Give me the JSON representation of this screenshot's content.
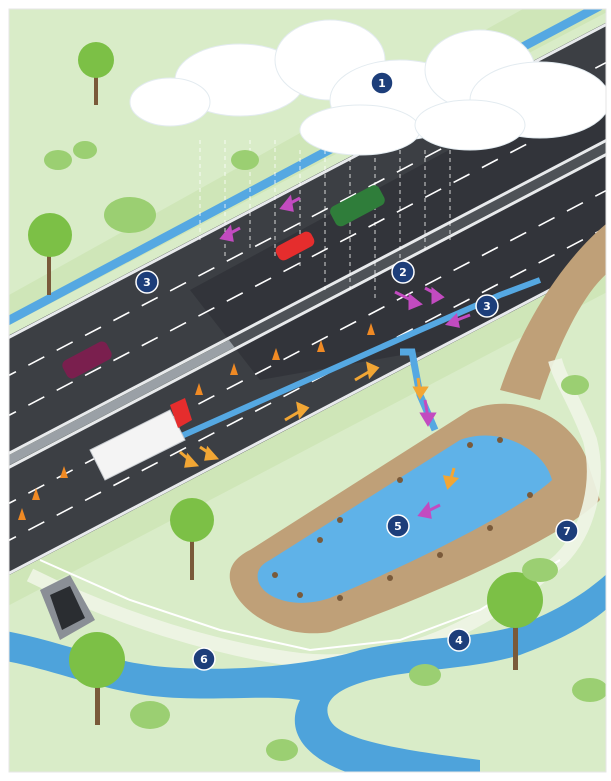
{
  "colors": {
    "background": "#ffffff",
    "grass": "#d9ecc8",
    "grass_dark": "#c4e0a9",
    "road": "#3c3f44",
    "road_wet": "#2e3136",
    "lane_marking": "#ffffff",
    "ditch_water": "#55a8e2",
    "pond_water": "#5fb2e8",
    "embankment": "#bfa078",
    "river": "#4ea3db",
    "badge": "#1d3e7a",
    "runoff_polluted": "#c24bc0",
    "runoff_treated": "#f2a634",
    "cloud": "#ffffff",
    "tree_green": "#7cc046"
  },
  "badges": [
    {
      "id": 1,
      "label": "1",
      "meaning": "rainfall-cloud"
    },
    {
      "id": 2,
      "label": "2",
      "meaning": "road-surface-runoff"
    },
    {
      "id": 3,
      "label": "3",
      "meaning": "roadside-ditch"
    },
    {
      "id": 4,
      "label": "4",
      "meaning": "stream"
    },
    {
      "id": 5,
      "label": "5",
      "meaning": "stormwater-pond"
    },
    {
      "id": 6,
      "label": "6",
      "meaning": "culvert-outlet"
    },
    {
      "id": 7,
      "label": "7",
      "meaning": "pond-embankment"
    }
  ],
  "icons": {
    "rain": "rain-icon",
    "cloud": "cloud-icon",
    "tree": "tree-icon",
    "car": "car-icon",
    "truck": "truck-icon",
    "traffic_cone": "traffic-cone-icon",
    "flow_arrow": "flow-arrow-icon",
    "culvert": "culvert-icon",
    "fence": "fence-icon"
  }
}
